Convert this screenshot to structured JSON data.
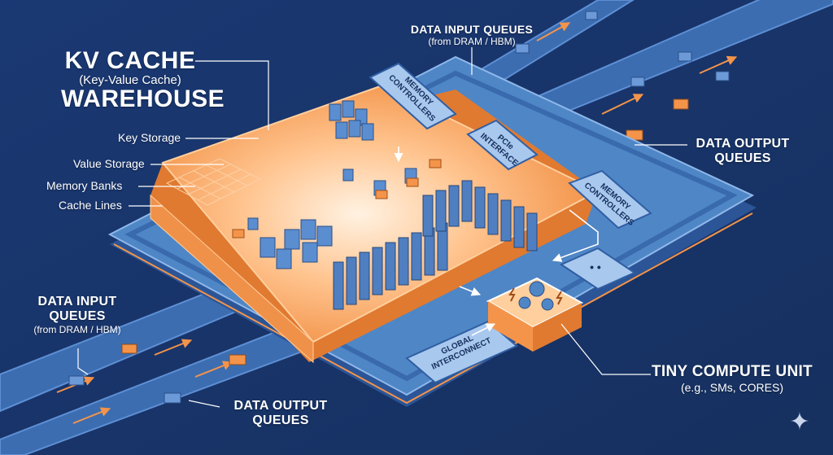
{
  "warehouse": {
    "title_line1": "KV CACHE",
    "title_line2": "(Key-Value Cache)",
    "title_line3": "WAREHOUSE",
    "callouts": {
      "key_storage": "Key Storage",
      "value_storage": "Value Storage",
      "memory_banks": "Memory Banks",
      "cache_lines": "Cache Lines"
    }
  },
  "queues": {
    "input_top": {
      "title": "DATA INPUT QUEUES",
      "subtitle": "(from DRAM / HBM)"
    },
    "output_right": {
      "title_line1": "DATA OUTPUT",
      "title_line2": "QUEUES"
    },
    "input_left": {
      "title_line1": "DATA INPUT",
      "title_line2": "QUEUES",
      "subtitle": "(from DRAM / HBM)"
    },
    "output_bottom": {
      "title_line1": "DATA OUTPUT",
      "title_line2": "QUEUES"
    }
  },
  "chip_blocks": {
    "memory_controllers_top": {
      "line1": "MEMORY",
      "line2": "CONTROLLERS"
    },
    "pcie": {
      "line1": "PCIe",
      "line2": "INTERFACE"
    },
    "memory_controllers_right": {
      "line1": "MEMORY",
      "line2": "CONTROLLERS"
    },
    "global_interconnect": {
      "line1": "GLOBAL",
      "line2": "INTERCONNECT"
    },
    "aux_block_glyph": "• •"
  },
  "compute_unit": {
    "title": "TINY COMPUTE UNIT",
    "subtitle": "(e.g., SMs, CORES)"
  },
  "colors": {
    "background": "#1b3a70",
    "substrate": "#4f86c6",
    "orange": "#f4944a",
    "glow": "#ffd9b0",
    "block_blue": "#5b8ed0",
    "panel_light": "#a9c8ee"
  },
  "icons": {
    "watermark": "sparkle-icon"
  }
}
